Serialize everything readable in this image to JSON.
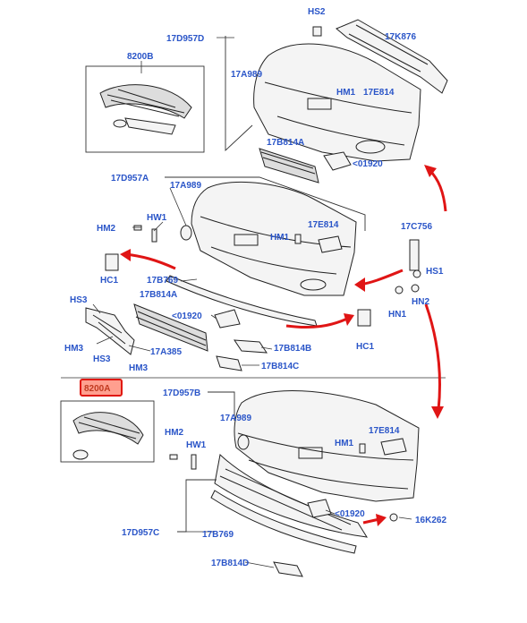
{
  "labels": {
    "hs2": "HS2",
    "k876": "17K876",
    "d957d": "17D957D",
    "a989_1": "17A989",
    "hm1_1": "HM1",
    "e814_1": "17E814",
    "b814a_1": "17B814A",
    "c01920_1": "<01920",
    "g8200b": "8200B",
    "d957a": "17D957A",
    "a989_2": "17A989",
    "hw1_1": "HW1",
    "hm2_1": "HM2",
    "hm1_2": "HM1",
    "e814_2": "17E814",
    "c756": "17C756",
    "hs1": "HS1",
    "hc1_1": "HC1",
    "b769_1": "17B769",
    "b814a_2": "17B814A",
    "c01920_2": "<01920",
    "hc1_2": "HC1",
    "hn1": "HN1",
    "hn2": "HN2",
    "hs3_1": "HS3",
    "hm3_1": "HM3",
    "a385": "17A385",
    "b814b": "17B814B",
    "hs3_2": "HS3",
    "hm3_2": "HM3",
    "b814c": "17B814C",
    "g8200a": "8200A",
    "d957b": "17D957B",
    "a989_3": "17A989",
    "e814_3": "17E814",
    "hm2_2": "HM2",
    "hw1_2": "HW1",
    "hm1_3": "HM1",
    "c01920_3": "<01920",
    "k262": "16K262",
    "d957c": "17D957C",
    "b769_2": "17B769",
    "b814d": "17B814D"
  },
  "colors": {
    "label_text": "#2a55c8",
    "arrow": "#e01515",
    "highlight_fill": "#ff9f8f",
    "highlight_border": "#e0180f"
  }
}
